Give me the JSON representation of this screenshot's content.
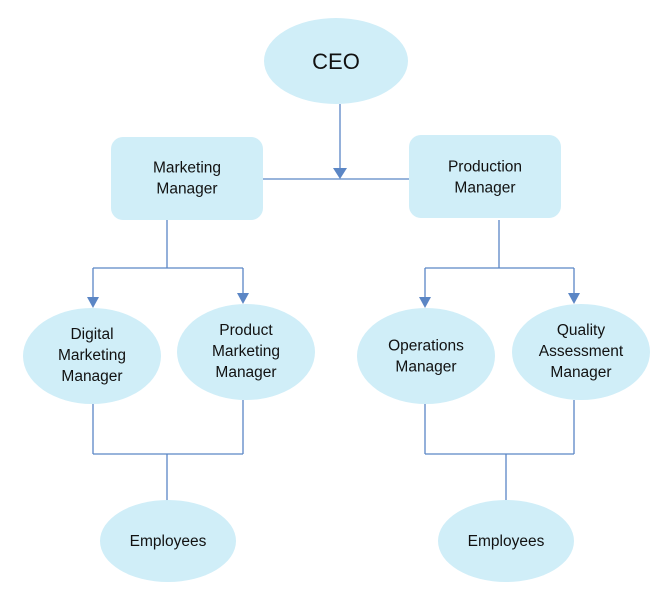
{
  "colors": {
    "node_fill": "#d0eef8",
    "connector": "#5b86c5",
    "text": "#111111",
    "background": "#ffffff"
  },
  "nodes": {
    "ceo": {
      "lines": [
        "CEO"
      ]
    },
    "marketing_manager": {
      "lines": [
        "Marketing",
        "Manager"
      ]
    },
    "production_manager": {
      "lines": [
        "Production",
        "Manager"
      ]
    },
    "digital_marketing_manager": {
      "lines": [
        "Digital",
        "Marketing",
        "Manager"
      ]
    },
    "product_marketing_manager": {
      "lines": [
        "Product",
        "Marketing",
        "Manager"
      ]
    },
    "operations_manager": {
      "lines": [
        "Operations",
        "Manager"
      ]
    },
    "quality_assessment_manager": {
      "lines": [
        "Quality",
        "Assessment",
        "Manager"
      ]
    },
    "employees_left": {
      "lines": [
        "Employees"
      ]
    },
    "employees_right": {
      "lines": [
        "Employees"
      ]
    }
  }
}
